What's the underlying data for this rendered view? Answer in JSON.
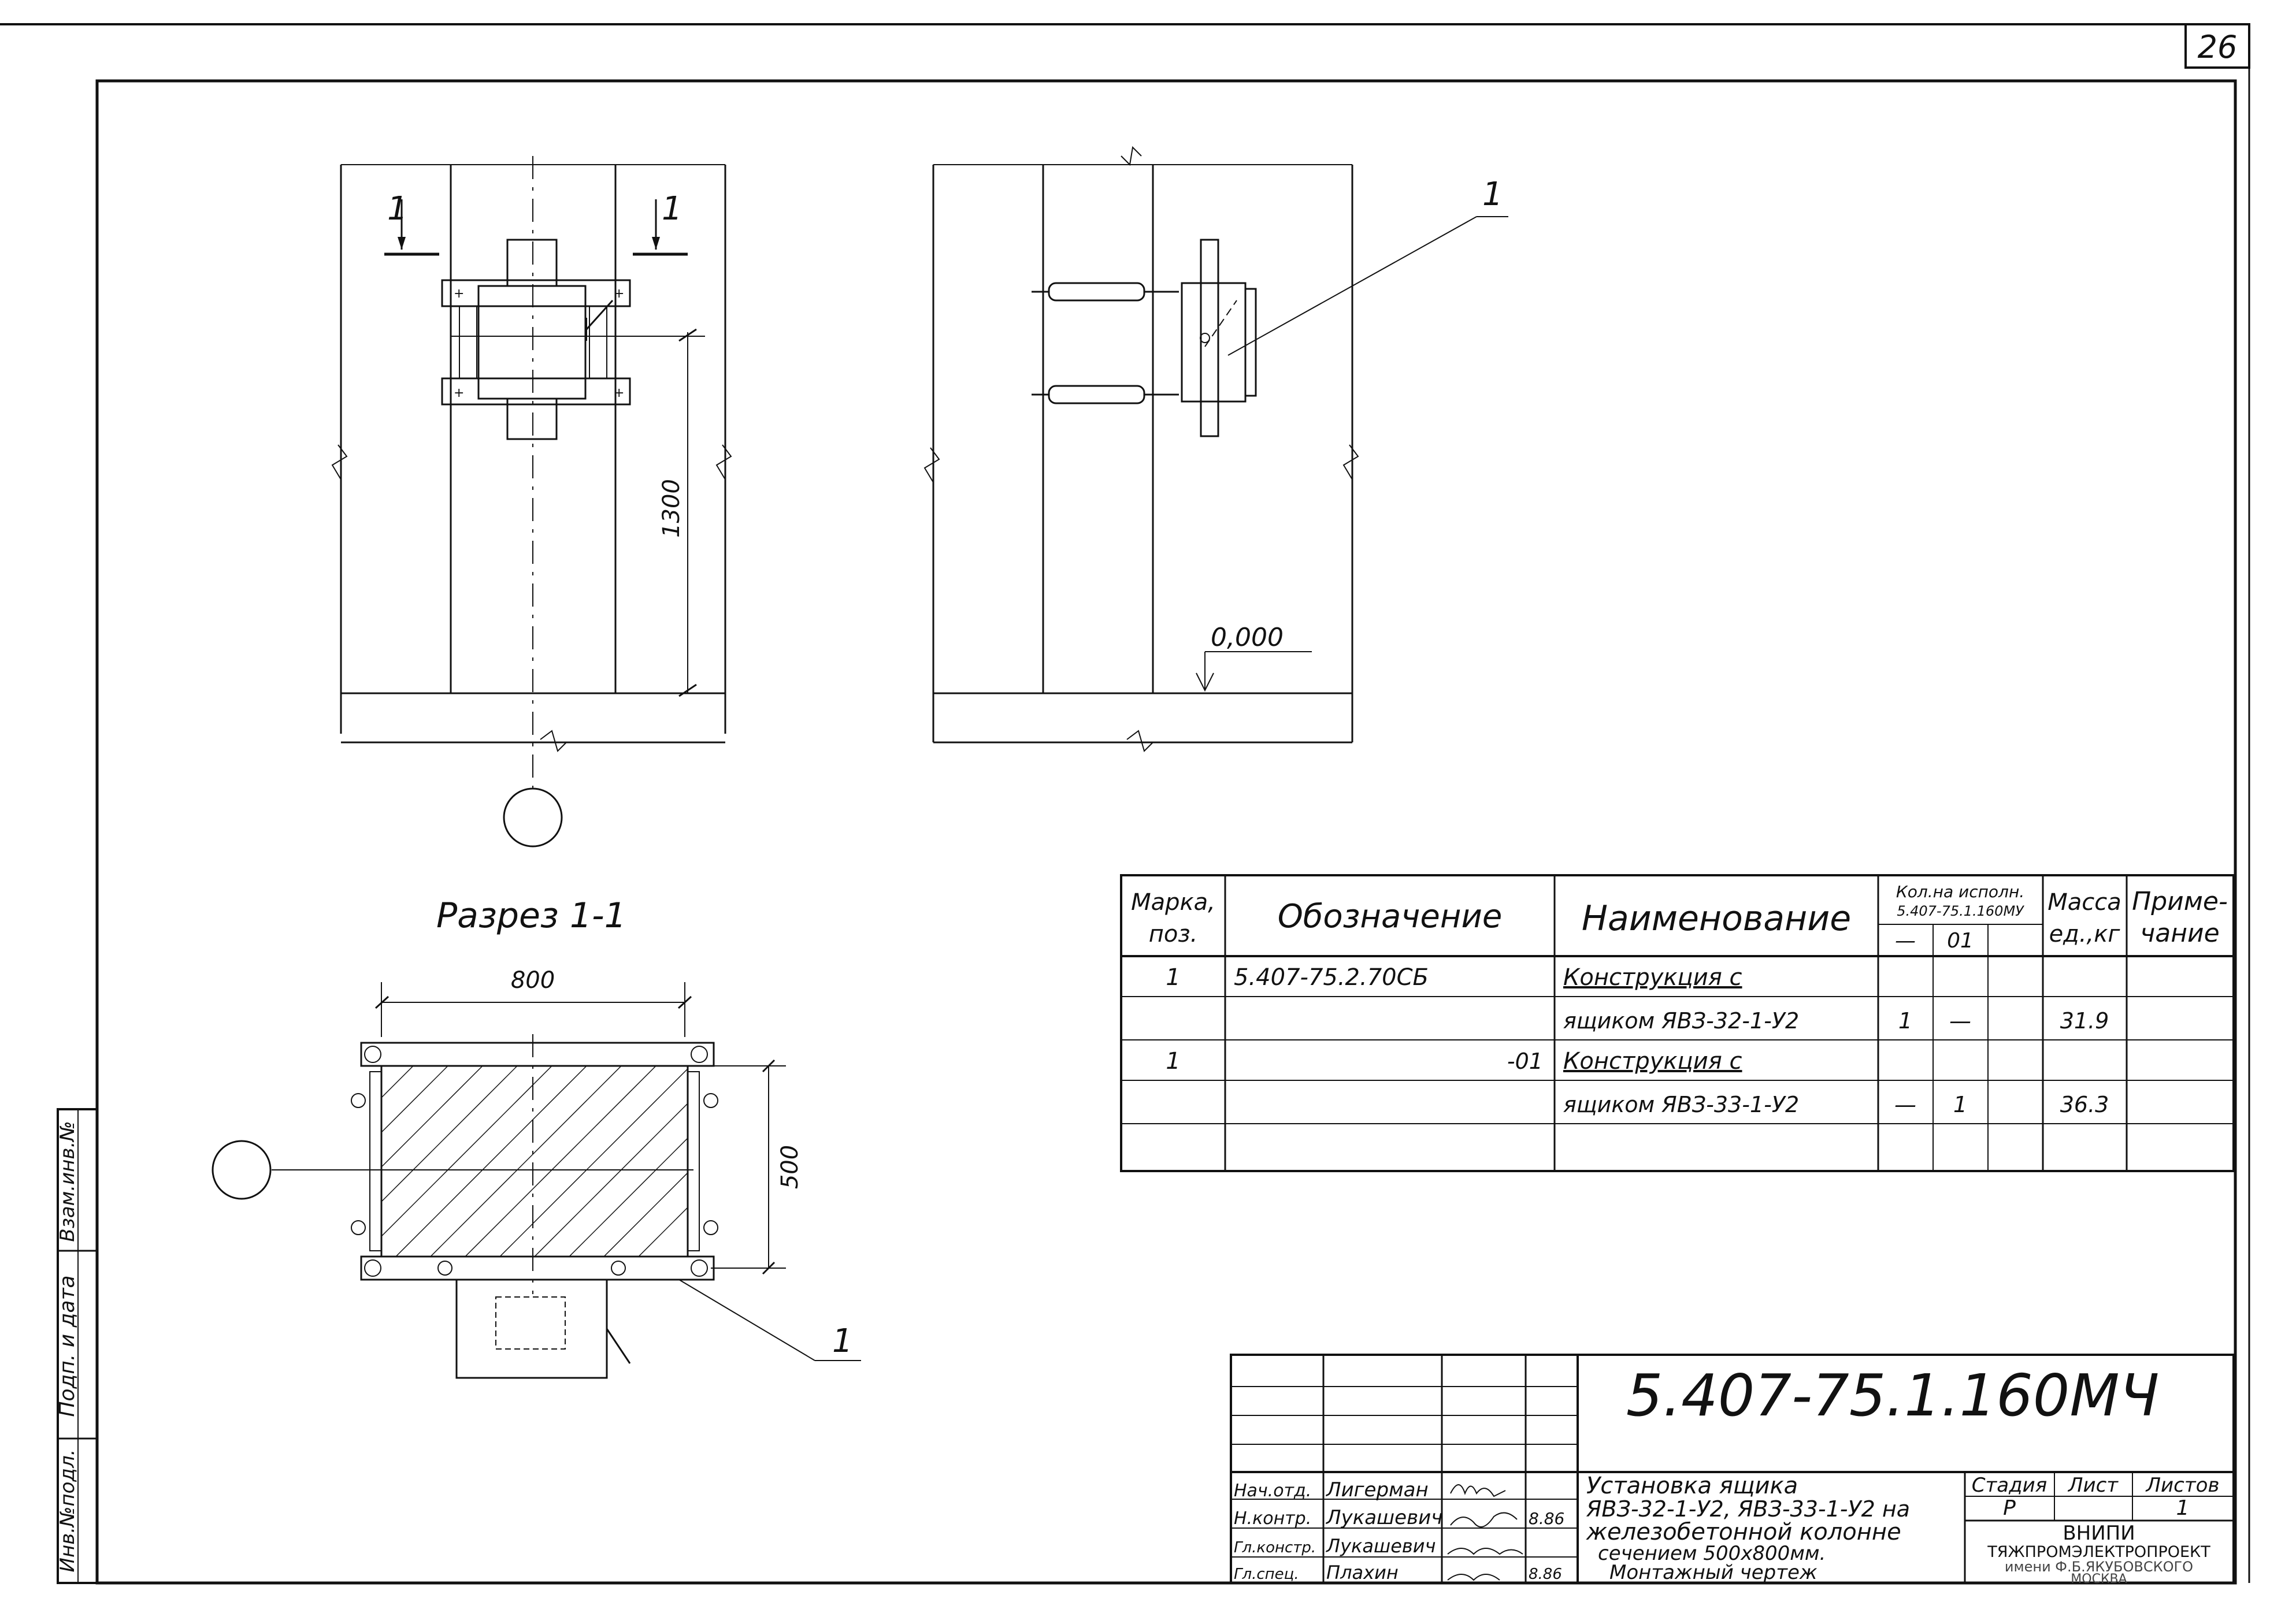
{
  "sheet_number": "26",
  "view_labels": {
    "cut_mark_left": "1",
    "cut_mark_right": "1",
    "callout_elevation": "1",
    "callout_section": "1"
  },
  "dimensions": {
    "height_mark": "1300",
    "level_mark": "0,000",
    "width_mark": "800",
    "depth_mark": "500"
  },
  "section_title": "Разрез 1-1",
  "spec_table": {
    "headers": {
      "mark": [
        "Марка,",
        "поз."
      ],
      "designation": "Обозначение",
      "name": "Наименование",
      "qty_group": [
        "Кол.на исполн.",
        "5.407-75.1.160МУ"
      ],
      "qty_cols": [
        "—",
        "01"
      ],
      "mass": [
        "Масса",
        "ед.,кг"
      ],
      "note": [
        "Приме-",
        "чание"
      ]
    },
    "rows": [
      {
        "mark": "1",
        "designation": "5.407-75.2.70СБ",
        "name": "Конструкция с",
        "q1": "",
        "q2": "",
        "mass": "",
        "note": ""
      },
      {
        "mark": "",
        "designation": "",
        "name": "ящиком ЯВЗ-32-1-У2",
        "q1": "1",
        "q2": "—",
        "mass": "31.9",
        "note": ""
      },
      {
        "mark": "1",
        "designation": "-01",
        "name": "Конструкция с",
        "q1": "",
        "q2": "",
        "mass": "",
        "note": ""
      },
      {
        "mark": "",
        "designation": "",
        "name": "ящиком ЯВЗ-33-1-У2",
        "q1": "—",
        "q2": "1",
        "mass": "36.3",
        "note": ""
      },
      {
        "mark": "",
        "designation": "",
        "name": "",
        "q1": "",
        "q2": "",
        "mass": "",
        "note": ""
      }
    ]
  },
  "title_block": {
    "doc_code": "5.407-75.1.160МЧ",
    "title_lines": [
      "Установка ящика",
      "ЯВЗ-32-1-У2, ЯВЗ-33-1-У2 на",
      "железобетонной колонне",
      "сечением 500х800мм.",
      "Монтажный чертеж"
    ],
    "stage_header": "Стадия",
    "sheet_header": "Лист",
    "sheets_header": "Листов",
    "stage_value": "Р",
    "sheet_value": "",
    "sheets_value": "1",
    "org_lines": [
      "ВНИПИ",
      "ТЯЖПРОМЭЛЕКТРОПРОЕКТ",
      "имени Ф.Б.ЯКУБОВСКОГО",
      "МОСКВА"
    ],
    "signatures": [
      {
        "role": "Нач.отд.",
        "name": "Лигерман",
        "date": ""
      },
      {
        "role": "Н.контр.",
        "name": "Лукашевич",
        "date": "8.86"
      },
      {
        "role": "Гл.констр.",
        "name": "Лукашевич",
        "date": ""
      },
      {
        "role": "Гл.спец.",
        "name": "Плахин",
        "date": "8.86"
      }
    ]
  },
  "side_stamp": {
    "labels": [
      "Взам.инв.№",
      "Подп. и дата",
      "Инв.№подл."
    ]
  }
}
